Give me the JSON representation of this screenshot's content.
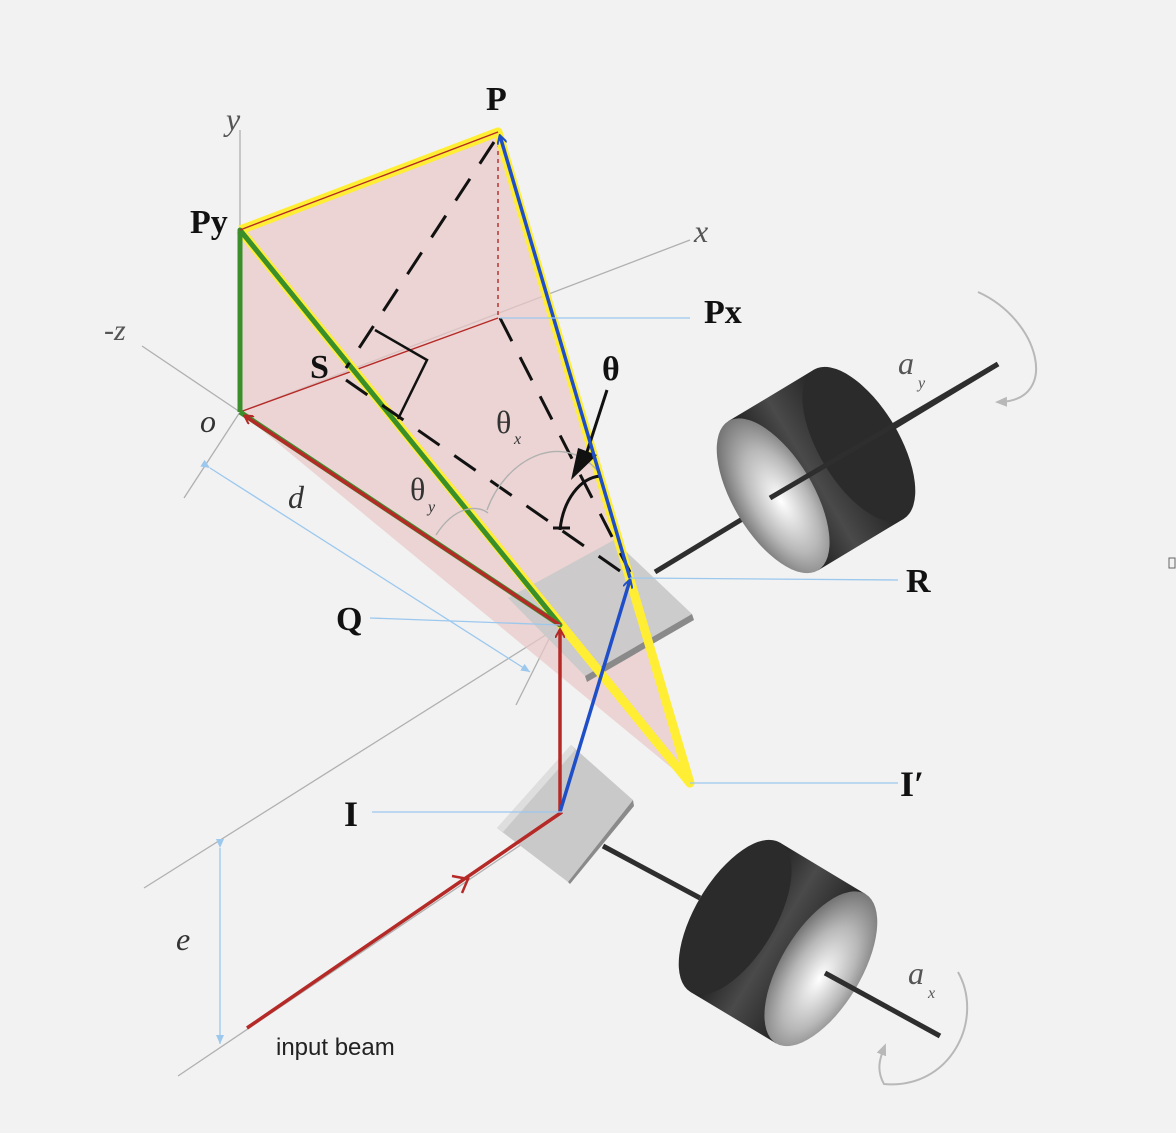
{
  "labels": {
    "P": "P",
    "Py": "Py",
    "Px": "Px",
    "S": "S",
    "theta": "θ",
    "theta_x": "θ",
    "theta_x_sub": "x",
    "theta_y": "θ",
    "theta_y_sub": "y",
    "Q": "Q",
    "R": "R",
    "I": "I",
    "I_prime": "I′",
    "o": "o",
    "d": "d",
    "e": "e",
    "input_beam": "input beam"
  },
  "axes": {
    "y": "y",
    "x": "x",
    "neg_z": "-z",
    "a_y": "a",
    "a_y_sub": "y",
    "a_x": "a",
    "a_x_sub": "x"
  },
  "colors": {
    "background": "#f2f2f2",
    "plane_fill": "#e8c8c6",
    "red_beam": "#b52a27",
    "blue_beam": "#1f4fc8",
    "green_path": "#3a8f2a",
    "yellow_outline": "#ffee33",
    "leader_line": "#9cc8ee",
    "axis_gray": "#b0b0b0",
    "motor_dark": "#2e2e2e"
  },
  "icons": [
    "motor-y-icon",
    "motor-x-icon",
    "mirror-y-icon",
    "mirror-x-icon",
    "rotation-arrow-y-icon",
    "rotation-arrow-x-icon"
  ]
}
